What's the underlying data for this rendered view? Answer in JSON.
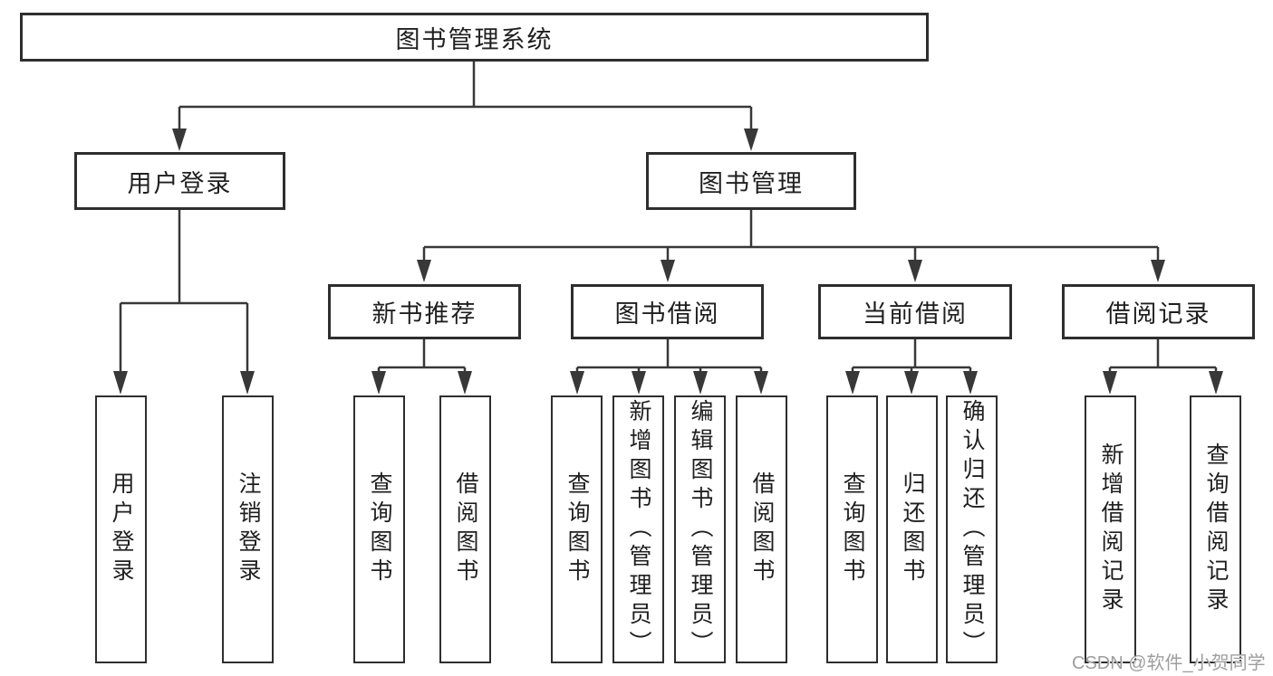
{
  "colors": {
    "line": "#383838",
    "box_border": "#2e2e2e",
    "text": "#1f1f1f",
    "watermark": "#9e9e9e",
    "background": "#ffffff"
  },
  "diagram": {
    "root": "图书管理系统",
    "level2": [
      "用户登录",
      "图书管理"
    ],
    "level3": [
      "新书推荐",
      "图书借阅",
      "当前借阅",
      "借阅记录"
    ],
    "leaves": [
      "用户登录",
      "注销登录",
      "查询图书",
      "借阅图书",
      "查询图书",
      "新增图书（管理员）",
      "编辑图书（管理员）",
      "借阅图书",
      "查询图书",
      "归还图书",
      "确认归还（管理员）",
      "新增借阅记录",
      "查询借阅记录"
    ],
    "watermark": "CSDN @软件_小贺同学"
  }
}
